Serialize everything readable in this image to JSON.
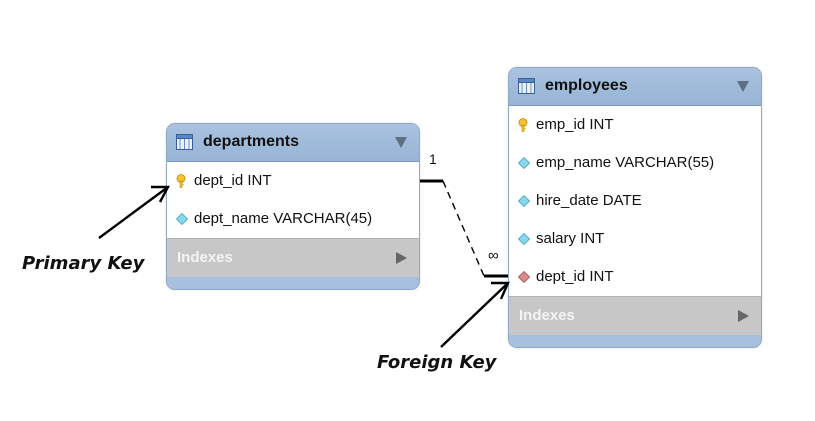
{
  "tables": {
    "departments": {
      "title": "departments",
      "columns": [
        {
          "text": "dept_id INT",
          "icon": "primary-key-icon"
        },
        {
          "text": "dept_name VARCHAR(45)",
          "icon": "column-icon"
        }
      ],
      "indexes_label": "Indexes"
    },
    "employees": {
      "title": "employees",
      "columns": [
        {
          "text": "emp_id INT",
          "icon": "primary-key-icon"
        },
        {
          "text": "emp_name VARCHAR(55)",
          "icon": "column-icon"
        },
        {
          "text": "hire_date DATE",
          "icon": "column-icon"
        },
        {
          "text": "salary INT",
          "icon": "column-icon"
        },
        {
          "text": "dept_id INT",
          "icon": "foreign-key-icon"
        }
      ],
      "indexes_label": "Indexes"
    }
  },
  "relationship": {
    "one_label": "1",
    "many_label": "∞"
  },
  "annotations": {
    "primary_key": "Primary Key",
    "foreign_key": "Foreign Key"
  },
  "colors": {
    "header": "#a6c0dd",
    "indexes": "#c7c7c7",
    "primary_key": "#f2c32e",
    "column": "#7ed3e6",
    "foreign_key": "#d98888"
  }
}
